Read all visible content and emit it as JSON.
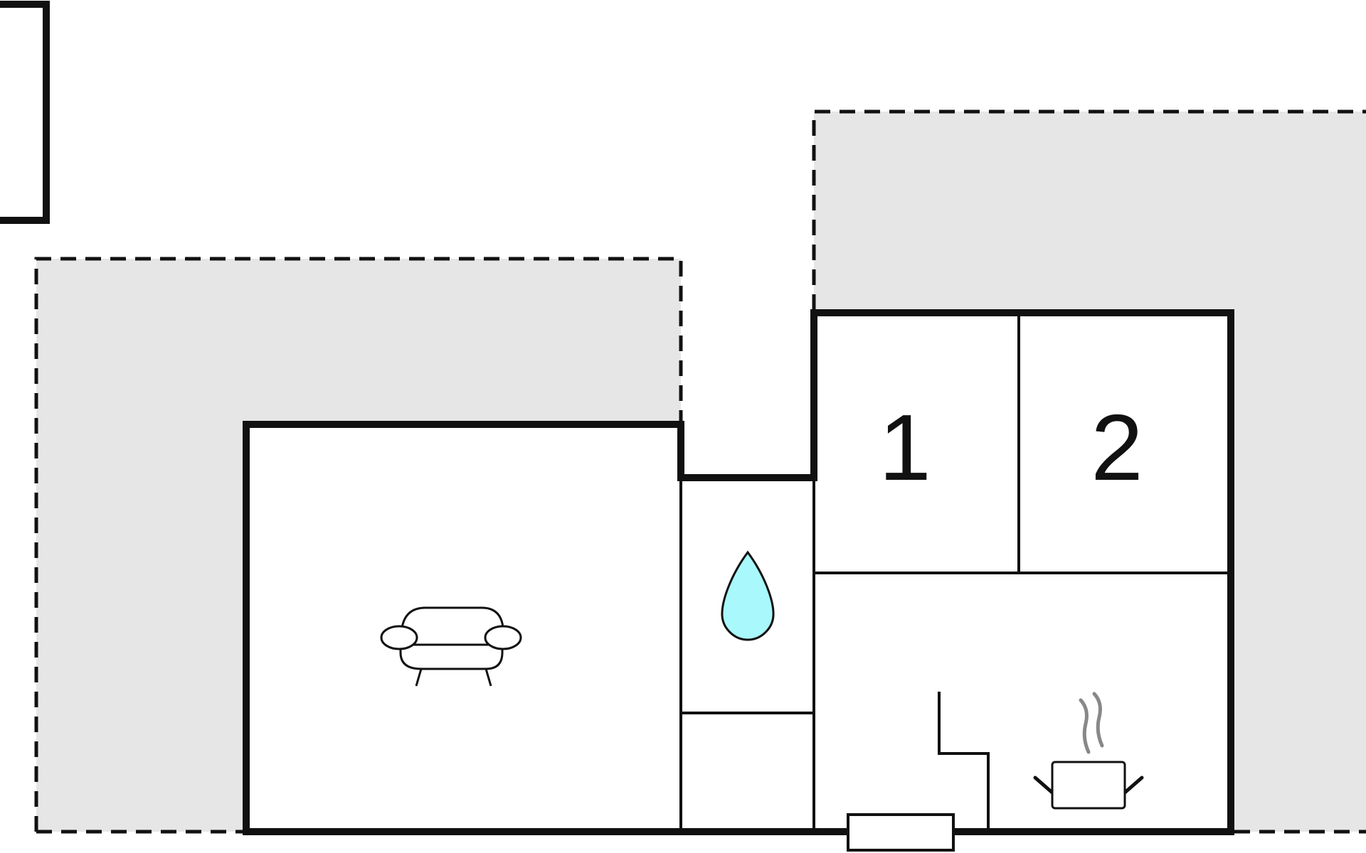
{
  "floor_plan": {
    "rooms": [
      {
        "id": "living-room",
        "icon": "sofa-icon"
      },
      {
        "id": "bathroom",
        "icon": "water-drop-icon"
      },
      {
        "id": "utility-room"
      },
      {
        "id": "bedroom-1",
        "label": "1"
      },
      {
        "id": "bedroom-2",
        "label": "2"
      },
      {
        "id": "kitchen",
        "icon": "cooking-pot-icon"
      }
    ],
    "colors": {
      "wall": "#111111",
      "terrace": "#e6e6e6",
      "water": "#a8f8fc",
      "steam": "#888888",
      "background": "#ffffff"
    }
  }
}
